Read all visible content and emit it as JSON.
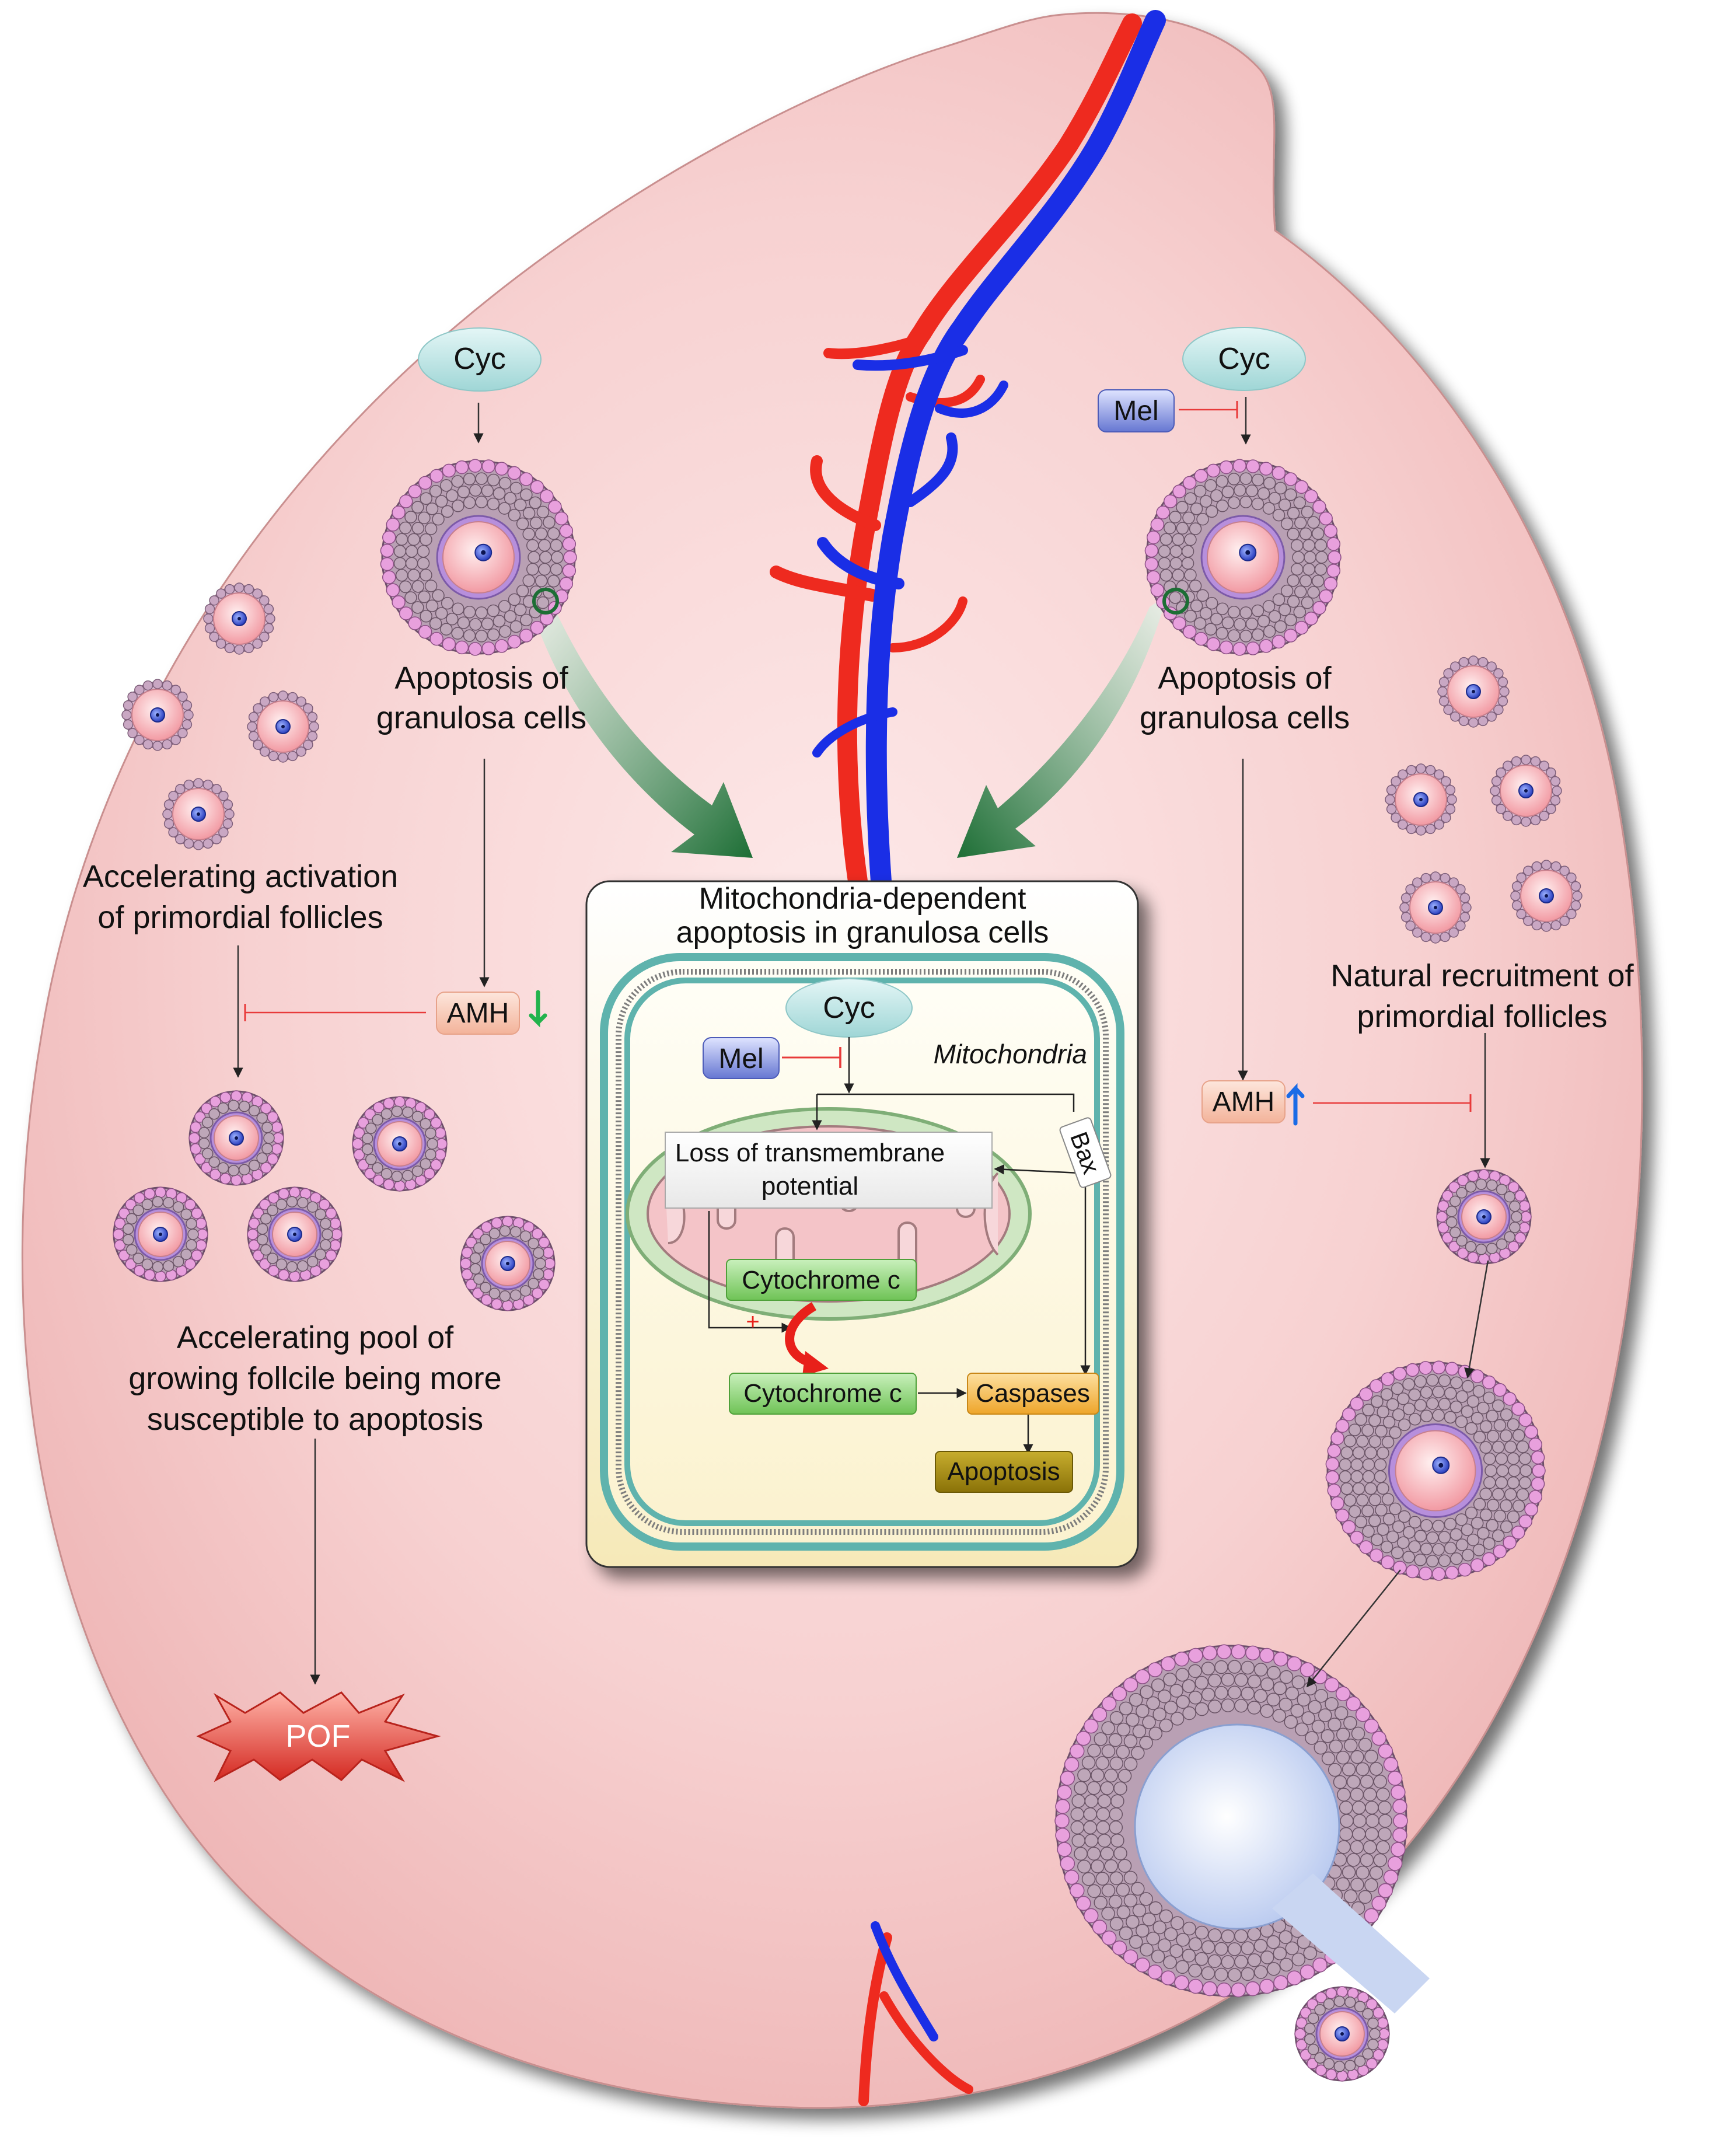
{
  "left_path": {
    "cyc": "Cyc",
    "apoptosis_line1": "Apoptosis of",
    "apoptosis_line2": "granulosa cells",
    "accelerating_activation_line1": "Accelerating activation",
    "accelerating_activation_line2": "of primordial follicles",
    "amh": "AMH",
    "accelerating_pool_line1": "Accelerating pool of",
    "accelerating_pool_line2": "growing follcile being more",
    "accelerating_pool_line3": "susceptible to apoptosis",
    "pof": "POF"
  },
  "right_path": {
    "cyc": "Cyc",
    "mel": "Mel",
    "apoptosis_line1": "Apoptosis of",
    "apoptosis_line2": "granulosa cells",
    "natural_recruitment_line1": "Natural recruitment of",
    "natural_recruitment_line2": "primordial follicles",
    "amh": "AMH"
  },
  "center_box": {
    "title_line1": "Mitochondria-dependent",
    "title_line2": "apoptosis in granulosa cells",
    "cyc": "Cyc",
    "mel": "Mel",
    "mitochondria_label": "Mitochondria",
    "loss_line1": "Loss of transmembrane",
    "loss_line2": "potential",
    "bax": "Bax",
    "cytochrome_inner": "Cytochrome c",
    "cytochrome_outer": "Cytochrome c",
    "caspases": "Caspases",
    "apoptosis": "Apoptosis",
    "plus_sign": "+"
  },
  "colors": {
    "ovary_fill": "#f6c9c9",
    "cyc_bubble": "#b8e3e3",
    "mel_box": "#7f8fdc",
    "amh_box": "#f6c1a8",
    "cytochrome_box": "#8fd47b",
    "caspases_box": "#f3b43f",
    "apoptosis_box": "#a38a10",
    "pof_star": "#e0322c",
    "artery": "#ee2a1f",
    "vein": "#1a2ee6",
    "green_arrow": "#1d6e35"
  }
}
